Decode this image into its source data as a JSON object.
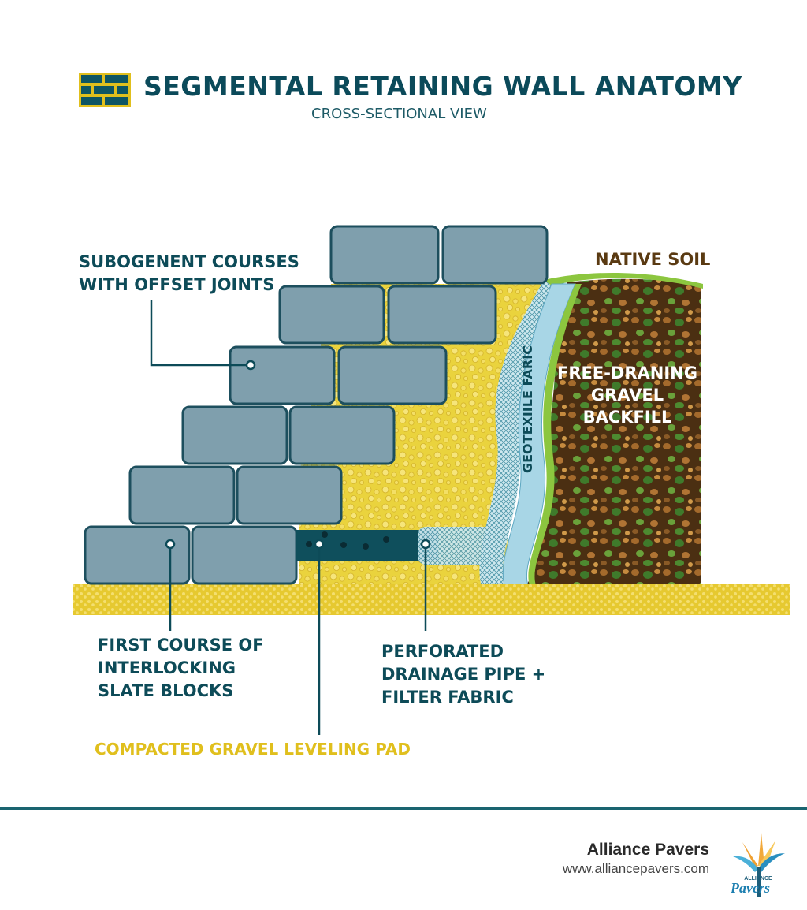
{
  "header": {
    "title": "SEGMENTAL RETAINING WALL ANATOMY",
    "subtitle": "CROSS-SECTIONAL VIEW"
  },
  "labels": {
    "courses": [
      "SUBOGENENT COURSES",
      "WITH OFFSET JOINTS"
    ],
    "native_soil": "NATIVE SOIL",
    "geotextile": "GEOTEXIILE FARIC",
    "backfill": [
      "FREE-DRANING",
      "GRAVEL",
      "BACKFILL"
    ],
    "first_course": [
      "FIRST COURSE OF",
      "INTERLOCKING",
      "SLATE BLOCKS"
    ],
    "drain_pipe": [
      "PERFORATED",
      "DRAINAGE PIPE +",
      "FILTER FABRIC"
    ],
    "leveling_pad": "COMPACTED GRAVEL LEVELING PAD"
  },
  "footer": {
    "brand": "Alliance Pavers",
    "url": "www.alliancepavers.com",
    "logo_word": "Pavers",
    "logo_top": "ALLIANCE"
  },
  "colors": {
    "teal_text": "#0d4b58",
    "block": "#7f9fad",
    "block_stroke": "#1d4f5e",
    "gravel_yellow": "#ead33d",
    "geotextile_blue": "#a8d6e6",
    "soil_brown": "#5a3a12",
    "grass_green": "#8cc63f",
    "pipe": "#0f4f5c",
    "leveling_yellow": "#e0bf1d"
  }
}
